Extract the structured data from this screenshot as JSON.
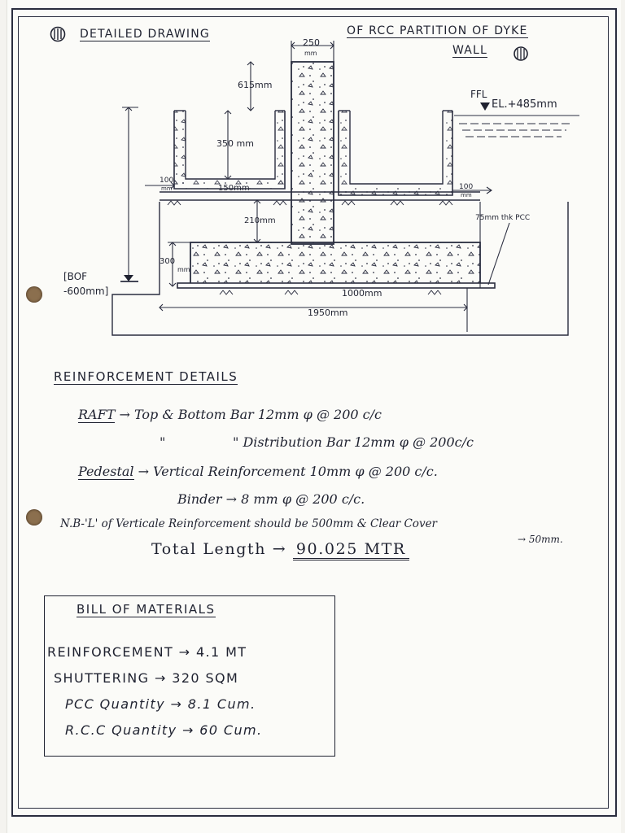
{
  "sheet": {
    "title_left": "DETAILED DRAWING",
    "title_right": "OF RCC PARTITION OF DYKE",
    "title_right2": "WALL"
  },
  "diagram": {
    "dim_250": "250",
    "dim_250_unit": "mm",
    "dim_615": "615mm",
    "dim_350": "350 mm",
    "dim_150": "150mm",
    "dim_100_left": "100",
    "dim_100_left_unit": "mm",
    "dim_100_right": "100",
    "dim_100_right_unit": "mm",
    "dim_210": "210mm",
    "dim_300": "300",
    "dim_300_unit": "mm",
    "dim_1000": "1000mm",
    "dim_1950": "1950mm",
    "ffl": "FFL",
    "ffl_el": "EL.+485mm",
    "pcc_note": "75mm thk PCC",
    "bof_1": "[BOF",
    "bof_2": "-600mm]"
  },
  "reinforcement": {
    "heading": "REINFORCEMENT DETAILS",
    "raft_label": "RAFT",
    "raft_line1": "Top & Bottom Bar 12mm φ @ 200 c/c",
    "ditto": "\"",
    "raft_line2": "\" Distribution Bar 12mm φ @ 200c/c",
    "pedestal_label": "Pedestal",
    "pedestal_line1": "Vertical Reinforcement 10mm φ @ 200 c/c.",
    "binder_line": "Binder → 8 mm φ @ 200 c/c.",
    "nb_line": "N.B-'L' of Verticale Reinforcement should be 500mm & Clear Cover",
    "nb_cover": "→ 50mm.",
    "total_label": "Total Length →",
    "total_value": "90.025 MTR"
  },
  "bom": {
    "heading": "BILL OF MATERIALS",
    "items": [
      "REINFORCEMENT → 4.1 MT",
      "SHUTTERING → 320 SQM",
      "PCC Quantity → 8.1 Cum.",
      "R.C.C Quantity → 60 Cum."
    ]
  }
}
